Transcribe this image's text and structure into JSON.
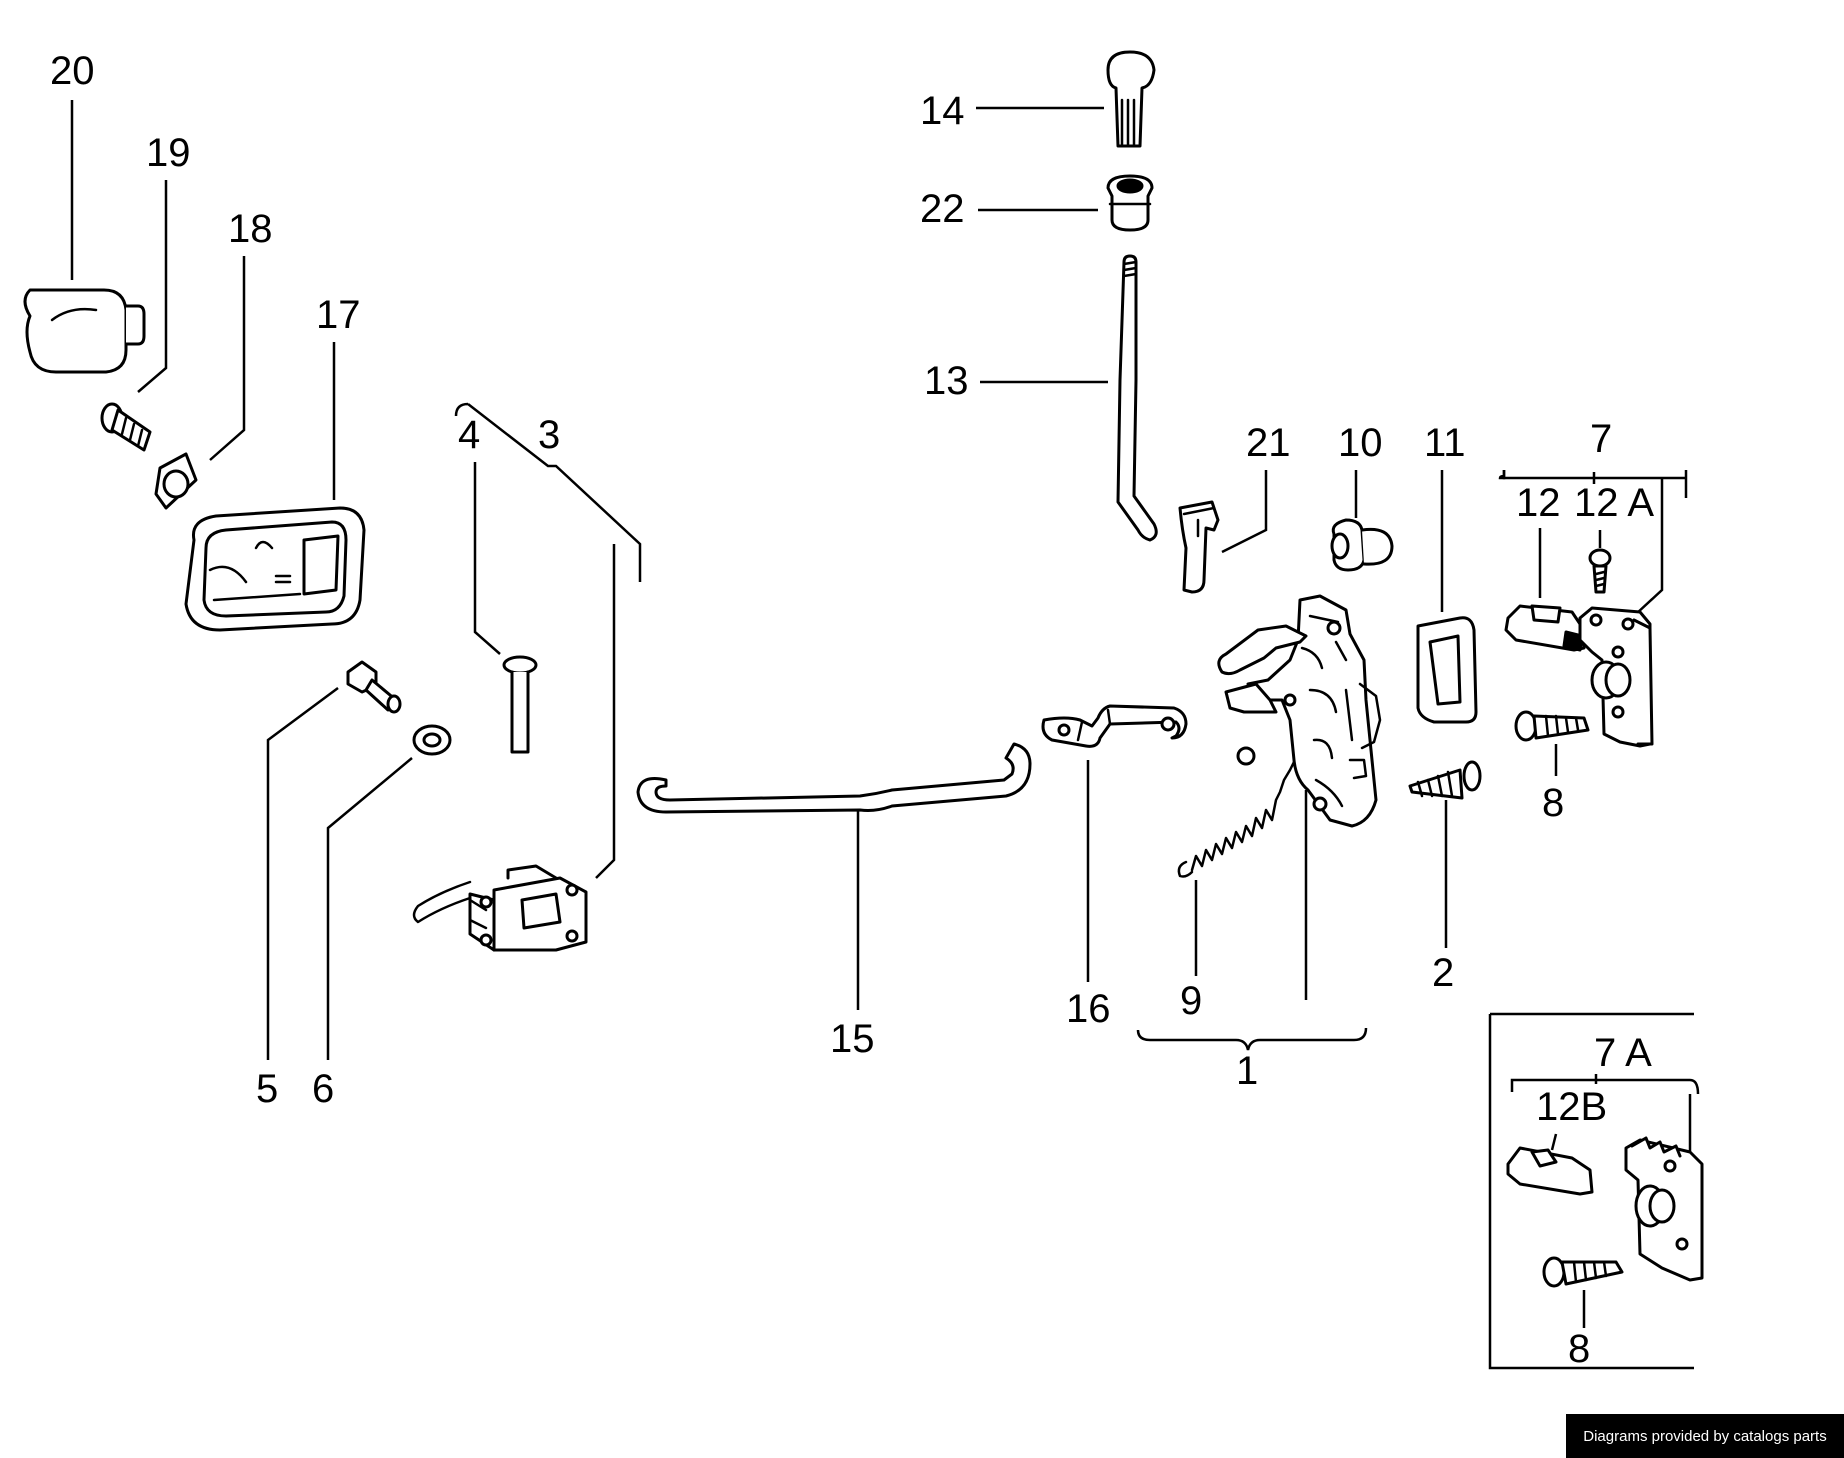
{
  "callouts": {
    "c1": "1",
    "c2": "2",
    "c3": "3",
    "c4": "4",
    "c5": "5",
    "c6": "6",
    "c7": "7",
    "c7a": "7 A",
    "c8": "8",
    "c8b": "8",
    "c9": "9",
    "c10": "10",
    "c11": "11",
    "c12": "12",
    "c12a": "12 A",
    "c12b": "12B",
    "c13": "13",
    "c14": "14",
    "c15": "15",
    "c16": "16",
    "c17": "17",
    "c18": "18",
    "c19": "19",
    "c20": "20",
    "c21": "21",
    "c22": "22"
  },
  "footer": {
    "credit": "Diagrams provided by catalogs parts"
  },
  "colors": {
    "line": "#000000",
    "background": "#ffffff",
    "credit_bg": "#000000",
    "credit_text": "#ffffff"
  }
}
